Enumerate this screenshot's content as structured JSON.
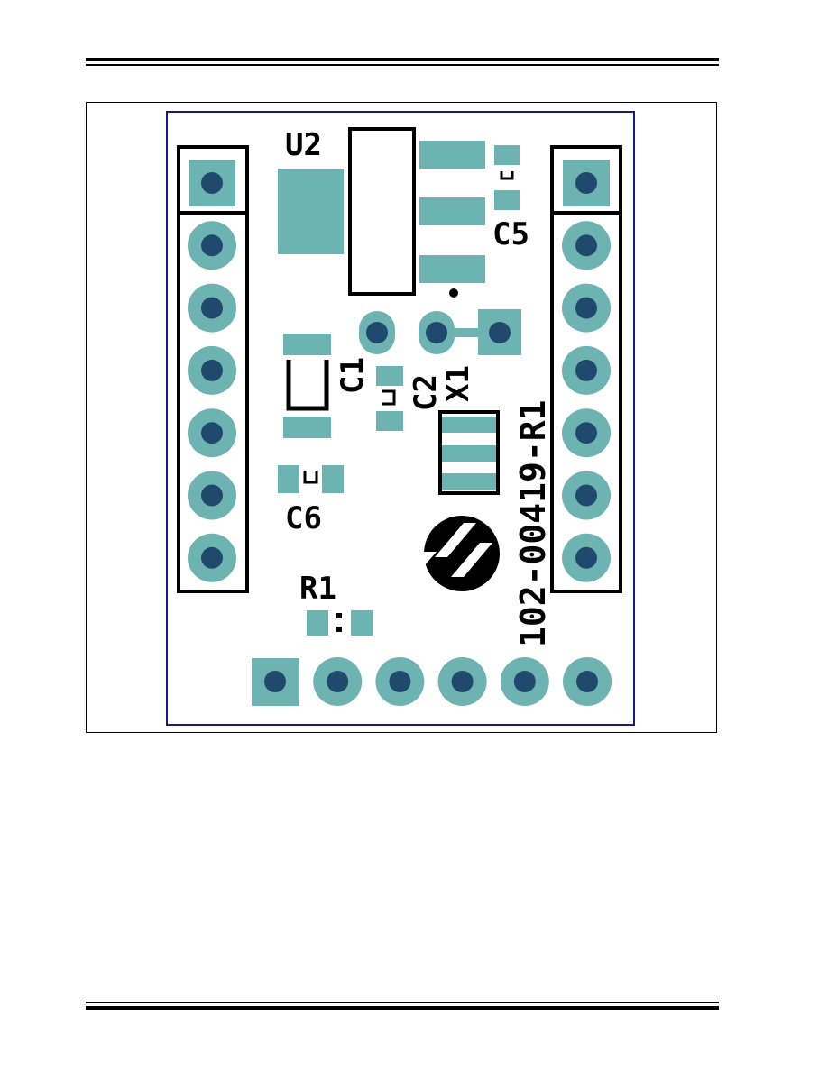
{
  "colors": {
    "board_outline": "#1a1a7a",
    "pad": "#6db3b2",
    "drill": "#1f4a6e",
    "silkscreen": "#000000",
    "background": "#ffffff"
  },
  "labels": {
    "u2": "U2",
    "c5": "C5",
    "c1": "C1",
    "c2": "C2",
    "x1": "X1",
    "c6": "C6",
    "r1": "R1",
    "part_number": "102-00419-R1"
  },
  "logo": "microchip-logo",
  "headers": {
    "left_pins": 7,
    "right_pins": 7,
    "bottom_pins": 6
  }
}
